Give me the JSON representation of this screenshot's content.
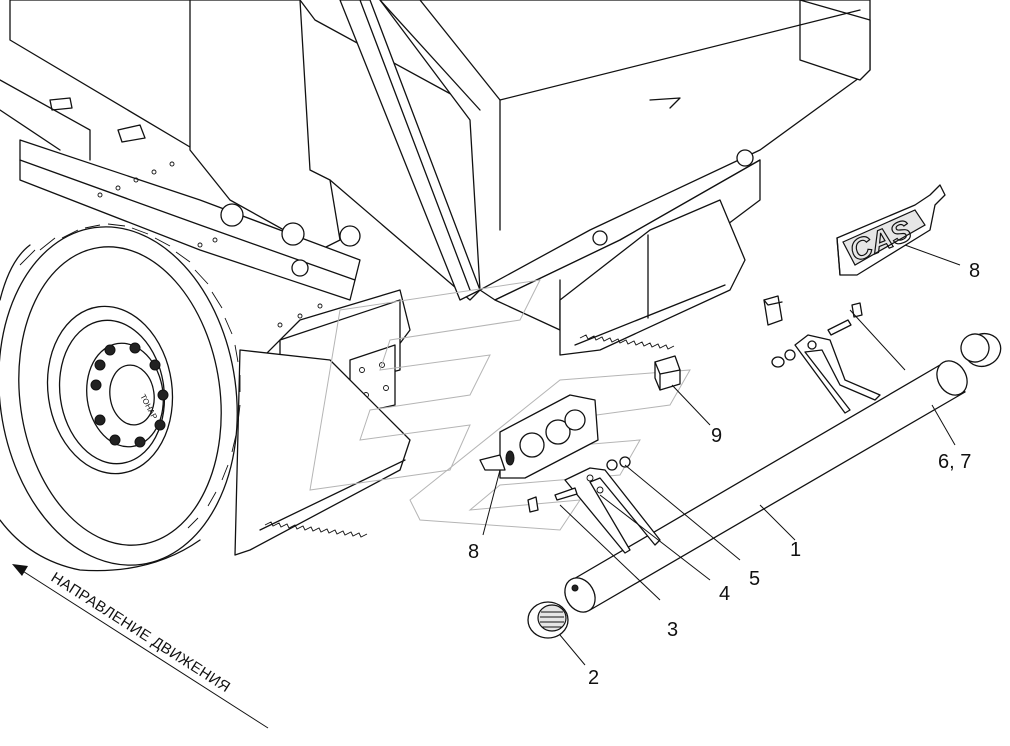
{
  "diagram": {
    "direction_label": "НАПРАВЛЕНИЕ ДВИЖЕНИЯ",
    "tire_brand": "ТОНАР",
    "lamp_lettering": "CAS",
    "callouts": [
      {
        "id": "1",
        "label": "1"
      },
      {
        "id": "2",
        "label": "2"
      },
      {
        "id": "3",
        "label": "3"
      },
      {
        "id": "4",
        "label": "4"
      },
      {
        "id": "5",
        "label": "5"
      },
      {
        "id": "6-7",
        "label": "6, 7"
      },
      {
        "id": "8-right",
        "label": "8"
      },
      {
        "id": "8-left",
        "label": "8"
      },
      {
        "id": "9",
        "label": "9"
      }
    ]
  }
}
